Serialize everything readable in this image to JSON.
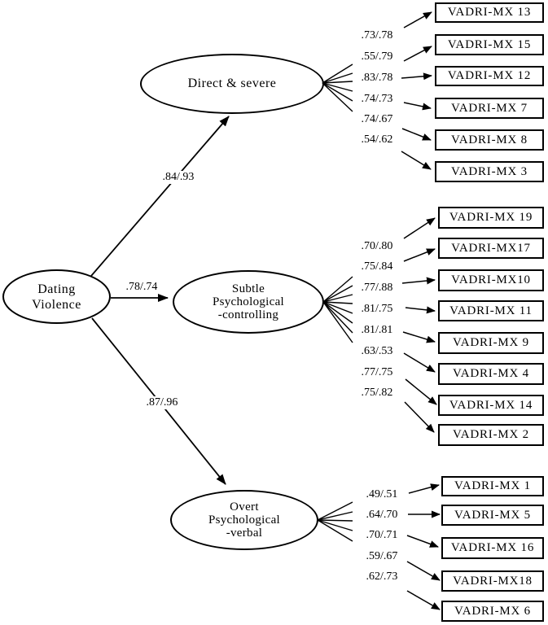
{
  "figure": {
    "type": "sem-path-diagram",
    "background_color": "#ffffff",
    "line_color": "#000000"
  },
  "latent_root": {
    "label_lines": [
      "Dating",
      "Violence"
    ]
  },
  "paths": [
    {
      "from": "Dating Violence",
      "to": "Direct & severe",
      "label": ".84/.93"
    },
    {
      "from": "Dating Violence",
      "to": "Subtle Psychological-controlling",
      "label": ".78/.74"
    },
    {
      "from": "Dating Violence",
      "to": "Overt Psychological-verbal",
      "label": ".87/.96"
    }
  ],
  "factors": [
    {
      "name": "direct-severe",
      "label_lines": [
        "Direct & severe"
      ],
      "indicators": [
        {
          "item": "VADRI-MX 13",
          "loading": ".73/.78"
        },
        {
          "item": "VADRI-MX 15",
          "loading": ".55/.79"
        },
        {
          "item": "VADRI-MX 12",
          "loading": ".83/.78"
        },
        {
          "item": "VADRI-MX 7",
          "loading": ".74/.73"
        },
        {
          "item": "VADRI-MX 8",
          "loading": ".74/.67"
        },
        {
          "item": "VADRI-MX 3",
          "loading": ".54/.62"
        }
      ]
    },
    {
      "name": "subtle-psychological-controlling",
      "label_lines": [
        "Subtle",
        "Psychological",
        "-controlling"
      ],
      "indicators": [
        {
          "item": "VADRI-MX 19",
          "loading": ".70/.80"
        },
        {
          "item": "VADRI-MX17",
          "loading": ".75/.84"
        },
        {
          "item": "VADRI-MX10",
          "loading": ".77/.88"
        },
        {
          "item": "VADRI-MX 11",
          "loading": ".81/.75"
        },
        {
          "item": "VADRI-MX 9",
          "loading": ".81/.81"
        },
        {
          "item": "VADRI-MX 4",
          "loading": ".63/.53"
        },
        {
          "item": "VADRI-MX 14",
          "loading": ".77/.75"
        },
        {
          "item": "VADRI-MX 2",
          "loading": ".75/.82"
        }
      ]
    },
    {
      "name": "overt-psychological-verbal",
      "label_lines": [
        "Overt",
        "Psychological",
        "-verbal"
      ],
      "indicators": [
        {
          "item": "VADRI-MX 1",
          "loading": ".49/.51"
        },
        {
          "item": "VADRI-MX 5",
          "loading": ".64/.70"
        },
        {
          "item": "VADRI-MX 16",
          "loading": ".70/.71"
        },
        {
          "item": "VADRI-MX18",
          "loading": ".59/.67"
        },
        {
          "item": "VADRI-MX 6",
          "loading": ".62/.73"
        }
      ]
    }
  ]
}
